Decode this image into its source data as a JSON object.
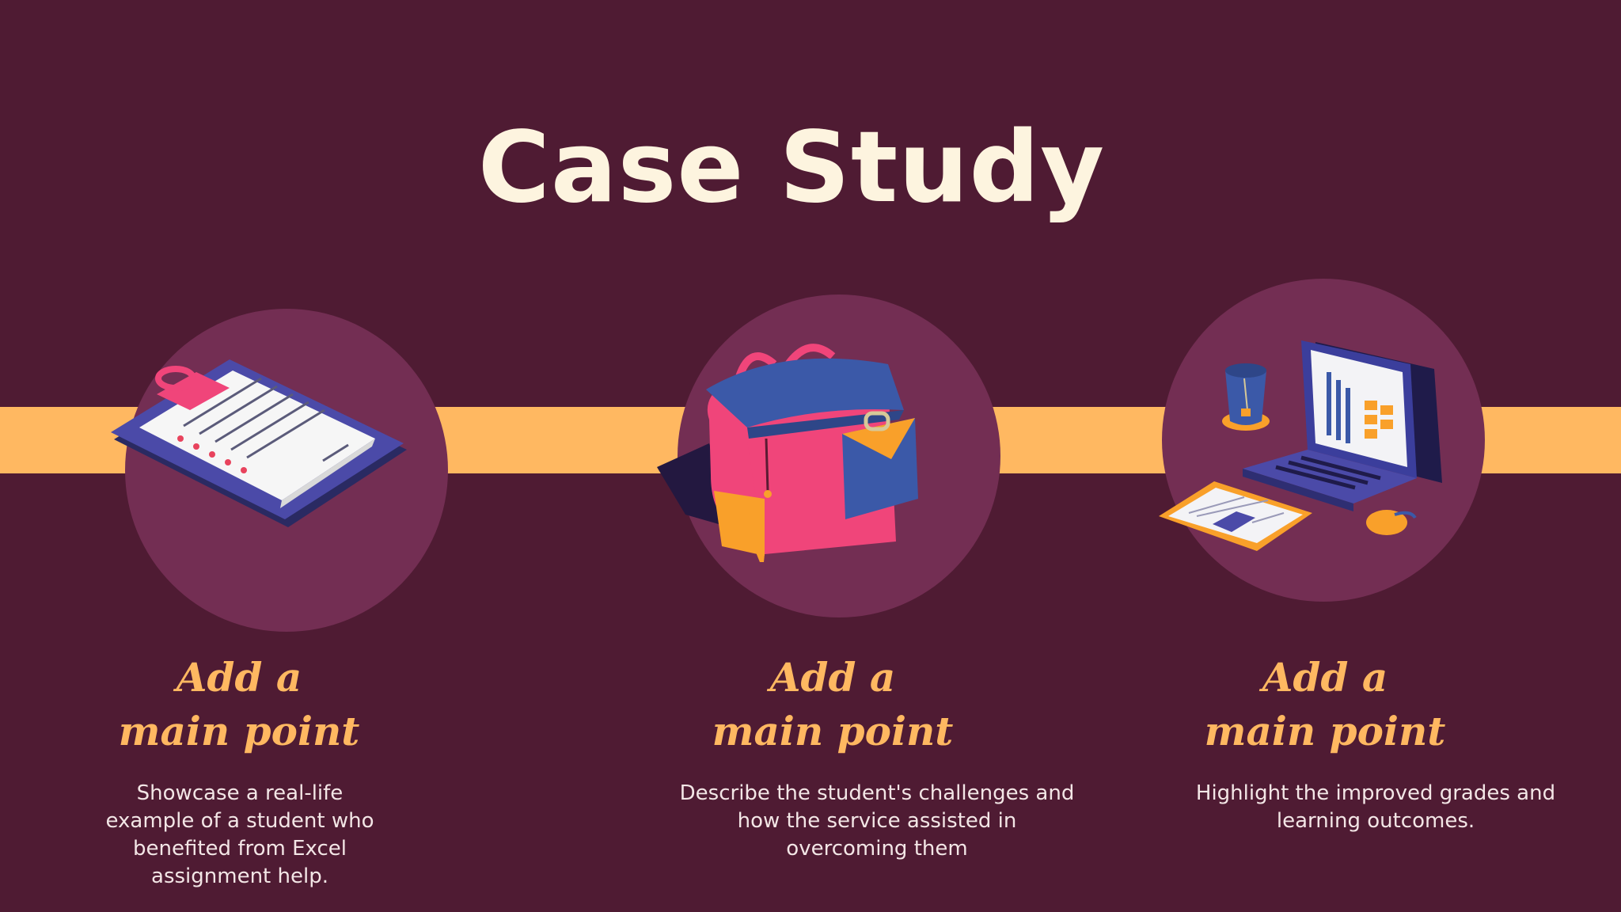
{
  "title": "Case Study",
  "colors": {
    "background": "#4f1b33",
    "band": "#ffb861",
    "circle": "#732e53",
    "title": "#fdf4df",
    "heading": "#ffb861",
    "body_text": "#f3e6e6"
  },
  "columns": [
    {
      "icon": "clipboard-icon",
      "heading_line1": "Add a",
      "heading_line2": "main point",
      "description": "Showcase a real-life example of a student who benefited from Excel assignment help."
    },
    {
      "icon": "backpack-icon",
      "heading_line1": "Add a",
      "heading_line2": "main point",
      "description": "Describe the student's challenges and how the service assisted in overcoming them"
    },
    {
      "icon": "laptop-workspace-icon",
      "heading_line1": "Add a",
      "heading_line2": "main point",
      "description": "Highlight the improved grades and learning outcomes."
    }
  ]
}
